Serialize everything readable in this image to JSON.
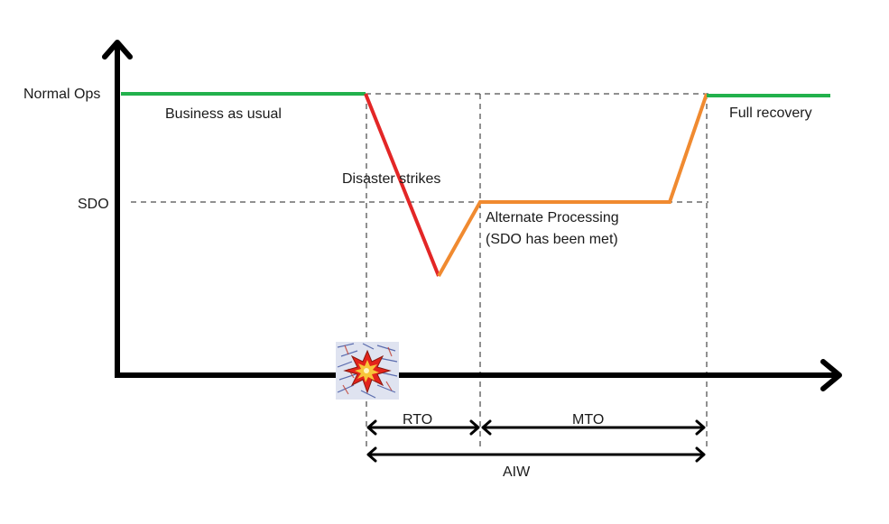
{
  "labels": {
    "y_normal": "Normal Ops",
    "y_sdo": "SDO",
    "business": "Business as usual",
    "disaster": "Disaster strikes",
    "alternate_line1": "Alternate Processing",
    "alternate_line2": "(SDO has been met)",
    "full_recovery": "Full recovery",
    "rto": "RTO",
    "mto": "MTO",
    "aiw": "AIW"
  },
  "colors": {
    "normal_ops": "#22b14c",
    "disaster": "#e32626",
    "recovery": "#f08a30",
    "axis": "#000000"
  },
  "icons": {
    "disaster_marker": "explosion-icon"
  }
}
